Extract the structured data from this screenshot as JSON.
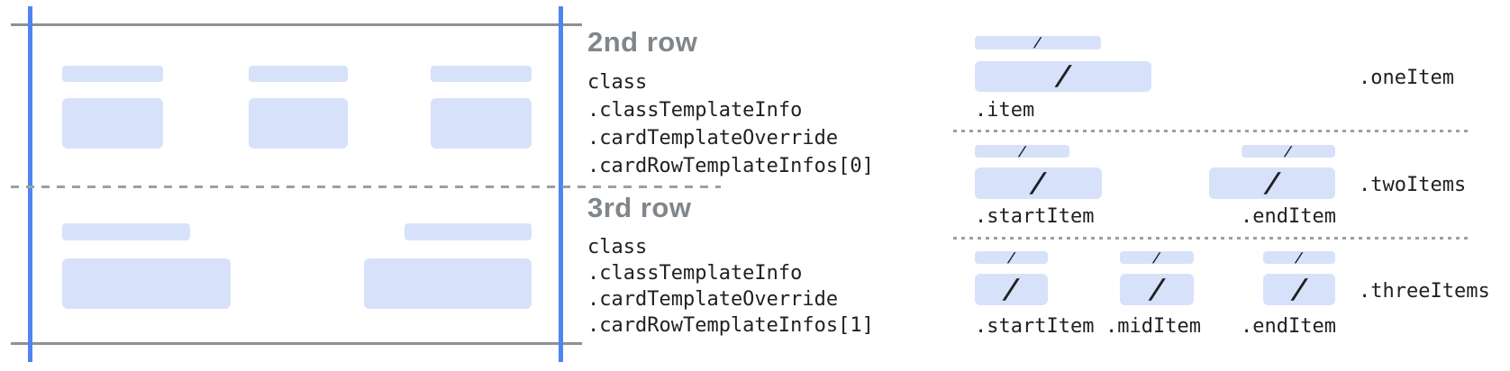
{
  "diagram": {
    "glyphs": {
      "slash": "/"
    },
    "colors": {
      "bar_fill": "#d7e2fa",
      "guide_blue": "#4e83f3",
      "frame_gray": "#8c9196",
      "divider_gray": "#9aa0a6",
      "heading_gray": "#80868b",
      "code_dark": "#202124"
    },
    "annotations": {
      "second_row": {
        "title": "2nd row",
        "code_lines": [
          "class",
          ".classTemplateInfo",
          ".cardTemplateOverride",
          ".cardRowTemplateInfos[0]"
        ]
      },
      "third_row": {
        "title": "3rd row",
        "code_lines": [
          "class",
          ".classTemplateInfo",
          ".cardTemplateOverride",
          ".cardRowTemplateInfos[1]"
        ]
      }
    },
    "item_layouts": {
      "one_item": {
        "name": ".oneItem",
        "labels": {
          "item": ".item"
        }
      },
      "two_items": {
        "name": ".twoItems",
        "labels": {
          "start": ".startItem",
          "end": ".endItem"
        }
      },
      "three_items": {
        "name": ".threeItems",
        "labels": {
          "start": ".startItem",
          "mid": ".midItem",
          "end": ".endItem"
        }
      }
    }
  }
}
